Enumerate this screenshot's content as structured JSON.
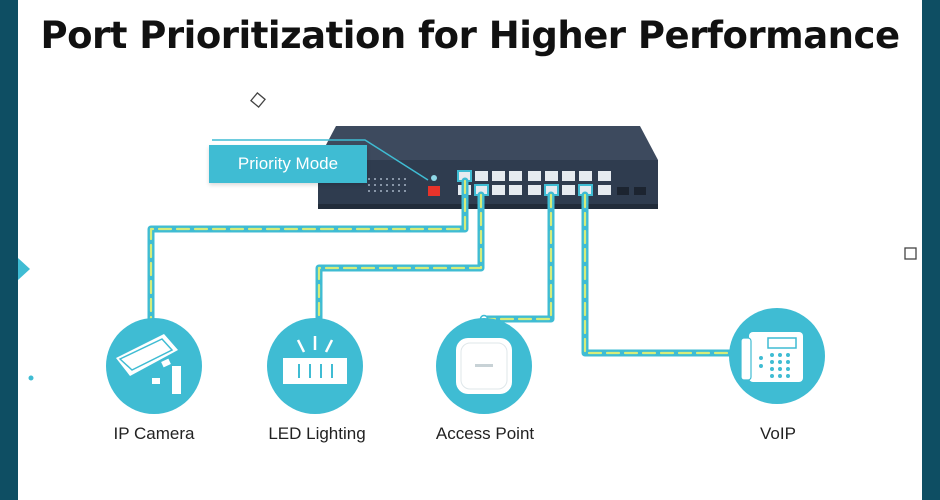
{
  "title": "Port Prioritization for Higher Performance",
  "priority_mode": "Priority Mode",
  "devices": {
    "ip_camera": "IP Camera",
    "led_lighting": "LED Lighting",
    "access_point": "Access Point",
    "voip": "VoIP"
  },
  "colors": {
    "background": "#0e4e63",
    "accent": "#3fbcd3",
    "switch_body": "#2f3c4f",
    "switch_top": "#3d4a5e",
    "cable": "#3fbcd3",
    "cable_stripe": "#d6ec7a",
    "priority_button": "#e8332a"
  }
}
